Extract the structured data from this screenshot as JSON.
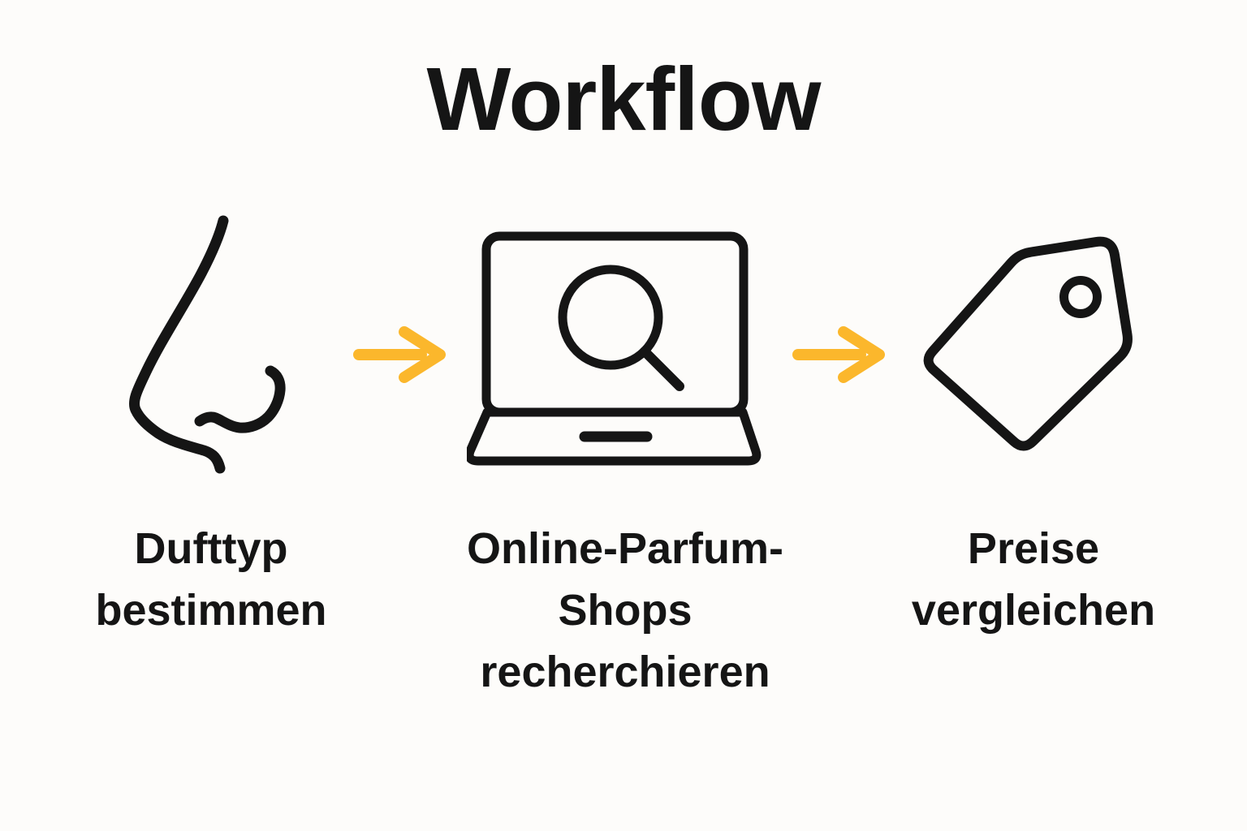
{
  "title": "Workflow",
  "colors": {
    "background": "#FDFCFA",
    "ink": "#151515",
    "accent": "#FBB72C"
  },
  "steps": [
    {
      "icon": "nose-icon",
      "label_lines": [
        "Dufttyp",
        "bestimmen"
      ]
    },
    {
      "icon": "laptop-search-icon",
      "label_lines": [
        "Online-Parfum-",
        "Shops",
        "recherchieren"
      ]
    },
    {
      "icon": "price-tag-icon",
      "label_lines": [
        "Preise",
        "vergleichen"
      ]
    }
  ],
  "connectors": [
    {
      "icon": "arrow-right-icon"
    },
    {
      "icon": "arrow-right-icon"
    }
  ]
}
